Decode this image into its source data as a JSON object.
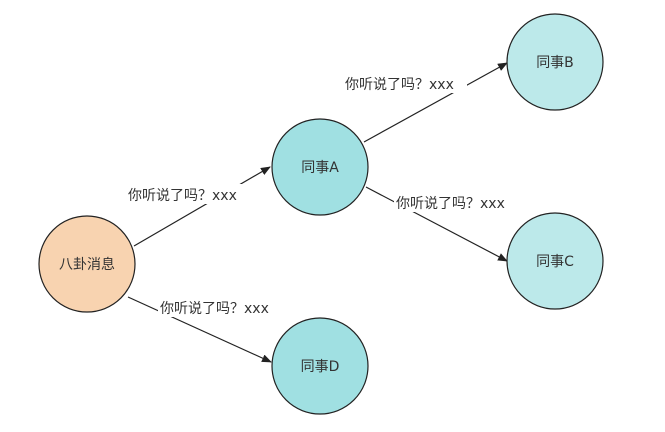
{
  "diagram": {
    "nodes": [
      {
        "id": "gossip",
        "label": "八卦消息",
        "fill": "#f8d3b0"
      },
      {
        "id": "a",
        "label": "同事A",
        "fill": "#a0e0e2"
      },
      {
        "id": "b",
        "label": "同事B",
        "fill": "#bce9ea"
      },
      {
        "id": "c",
        "label": "同事C",
        "fill": "#bce9ea"
      },
      {
        "id": "d",
        "label": "同事D",
        "fill": "#a0e0e2"
      }
    ],
    "edges": [
      {
        "from": "gossip",
        "to": "a",
        "label": "你听说了吗？xxx"
      },
      {
        "from": "gossip",
        "to": "d",
        "label": "你听说了吗？xxx"
      },
      {
        "from": "a",
        "to": "b",
        "label": "你听说了吗？xxx"
      },
      {
        "from": "a",
        "to": "c",
        "label": "你听说了吗？xxx"
      }
    ],
    "stroke_color": "#222222"
  }
}
